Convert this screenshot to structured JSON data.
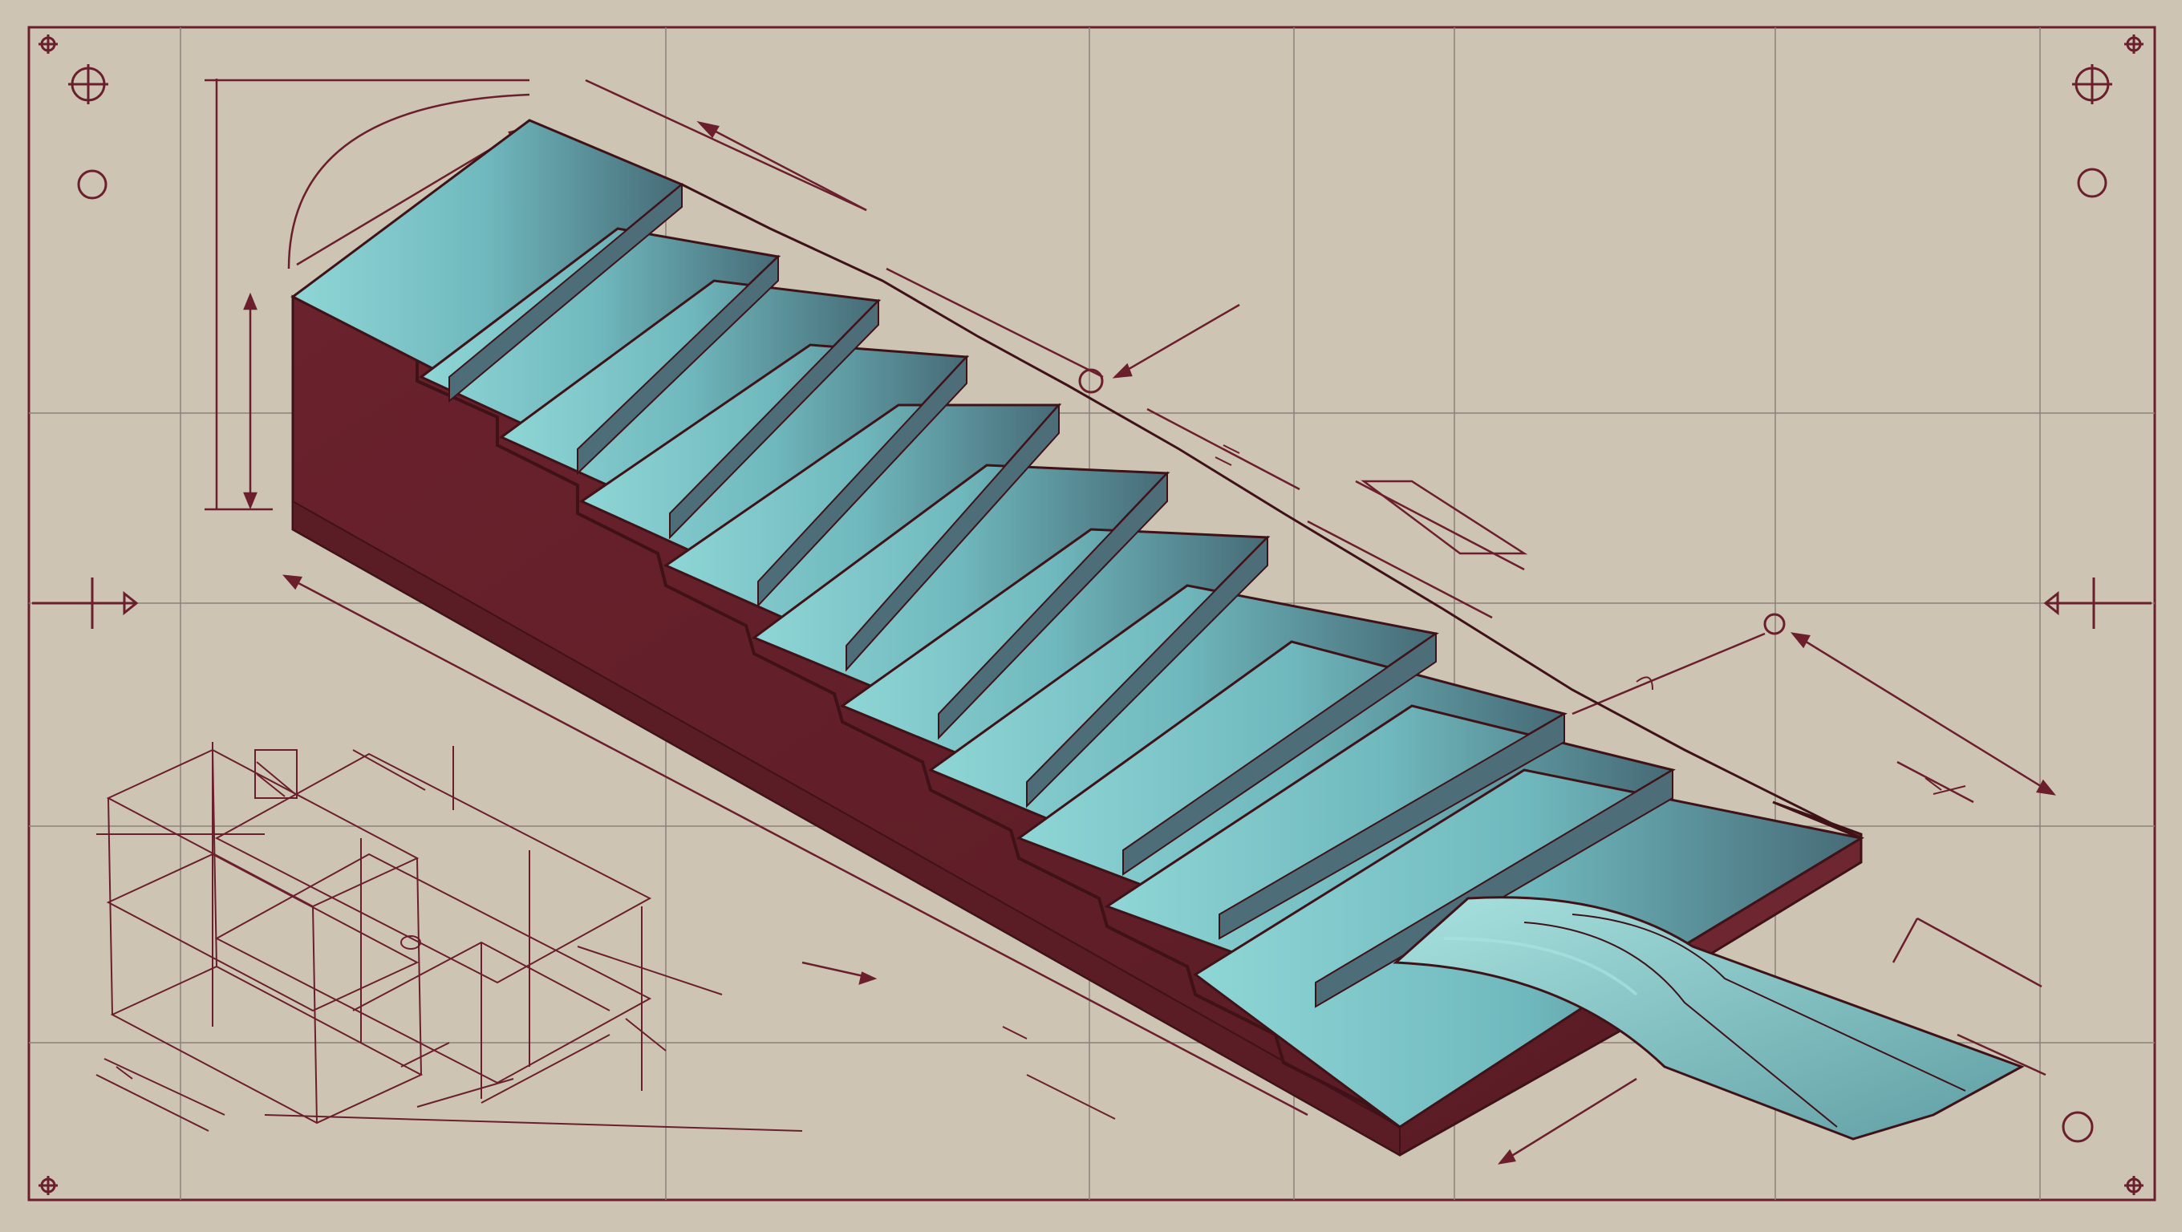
{
  "drawing": {
    "subject": "",
    "colors": {
      "paper": "#cdc4b4",
      "ink": "#6b1f2c",
      "grid": "#8d8278",
      "body_side": "#6e2630",
      "body_front": "#5a1c25",
      "tread_dark": "#4d6d78",
      "tread_light": "#7fc9c9",
      "water_light": "#a6e0de",
      "water_mid": "#6aaab0"
    },
    "steps": 11,
    "elements": [
      "border-frame",
      "grid-lines",
      "registration-marks",
      "staircase-channel",
      "water-outflow",
      "dimension-lines",
      "wireframe-projection"
    ]
  }
}
